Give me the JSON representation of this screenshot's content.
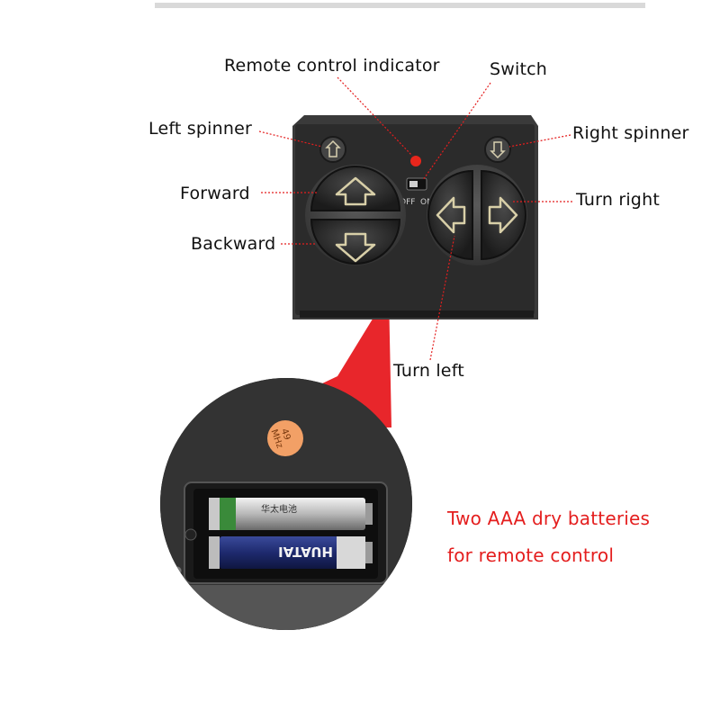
{
  "labels": {
    "indicator": "Remote control indicator",
    "switch": "Switch",
    "left_spinner": "Left spinner",
    "right_spinner": "Right spinner",
    "forward": "Forward",
    "backward": "Backward",
    "turn_right": "Turn right",
    "turn_left": "Turn left"
  },
  "switch_text": {
    "off": "OFF",
    "on": "ON"
  },
  "battery_note": {
    "line1": "Two AAA dry batteries",
    "line2": "for remote control"
  },
  "sticker": {
    "freq": "49",
    "unit": "MHz"
  },
  "batteries": {
    "brand": "HUATAI",
    "top_text": "华太电池"
  },
  "colors": {
    "leader_line": "#e41e1e",
    "note_text": "#e41e1e",
    "zoom_cone": "#e8262b",
    "remote_body": "#2b2b2b"
  }
}
